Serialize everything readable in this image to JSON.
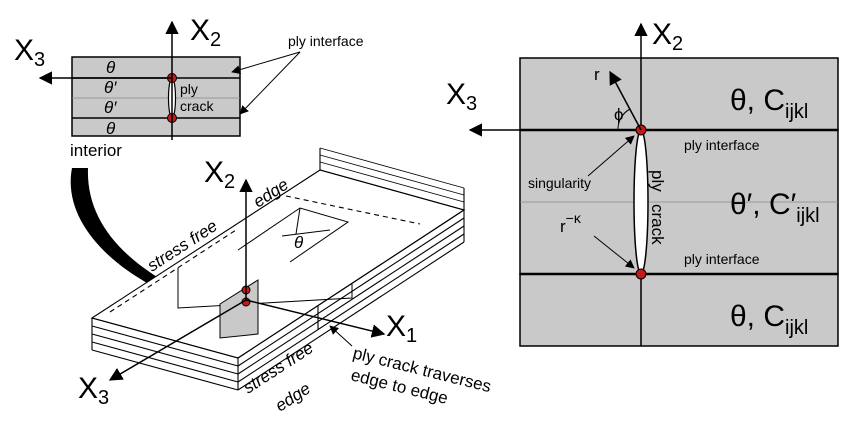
{
  "inset": {
    "axis_x2_main": "X",
    "axis_x2_sub": "2",
    "axis_x3_main": "X",
    "axis_x3_sub": "3",
    "ply_interface": "ply interface",
    "layers": [
      "θ",
      "θ′",
      "θ′",
      "θ"
    ],
    "ply": "ply",
    "crack": "crack",
    "interior": "interior"
  },
  "laminate": {
    "axis_x2_main": "X",
    "axis_x2_sub": "2",
    "axis_x1_main": "X",
    "axis_x1_sub": "1",
    "axis_x3_main": "X",
    "axis_x3_sub": "3",
    "stress_free_edge_top_1": "stress free",
    "stress_free_edge_top_2": "edge",
    "stress_free_edge_bottom_1": "stress free",
    "stress_free_edge_bottom_2": "edge",
    "angle": "θ",
    "traverse_1": "ply crack traverses",
    "traverse_2": "edge to edge"
  },
  "detail": {
    "axis_x2_main": "X",
    "axis_x2_sub": "2",
    "axis_x3_main": "X",
    "axis_x3_sub": "3",
    "r": "r",
    "phi": "ϕ",
    "top_layer": "θ, C",
    "top_layer_sub": "ijkl",
    "mid_layer": "θ′, C′",
    "mid_layer_sub": "ijkl",
    "bottom_layer": "θ, C",
    "bottom_layer_sub": "ijkl",
    "ply_interface_top": "ply interface",
    "ply_interface_bottom": "ply interface",
    "singularity": "singularity",
    "r_kappa": "r",
    "r_kappa_sup": "−κ",
    "ply_crack_1": "ply",
    "ply_crack_2": "crack"
  },
  "colors": {
    "layer_fill": "#c9c9c9",
    "crack_tip": "#c41a1a",
    "line": "#000000"
  }
}
